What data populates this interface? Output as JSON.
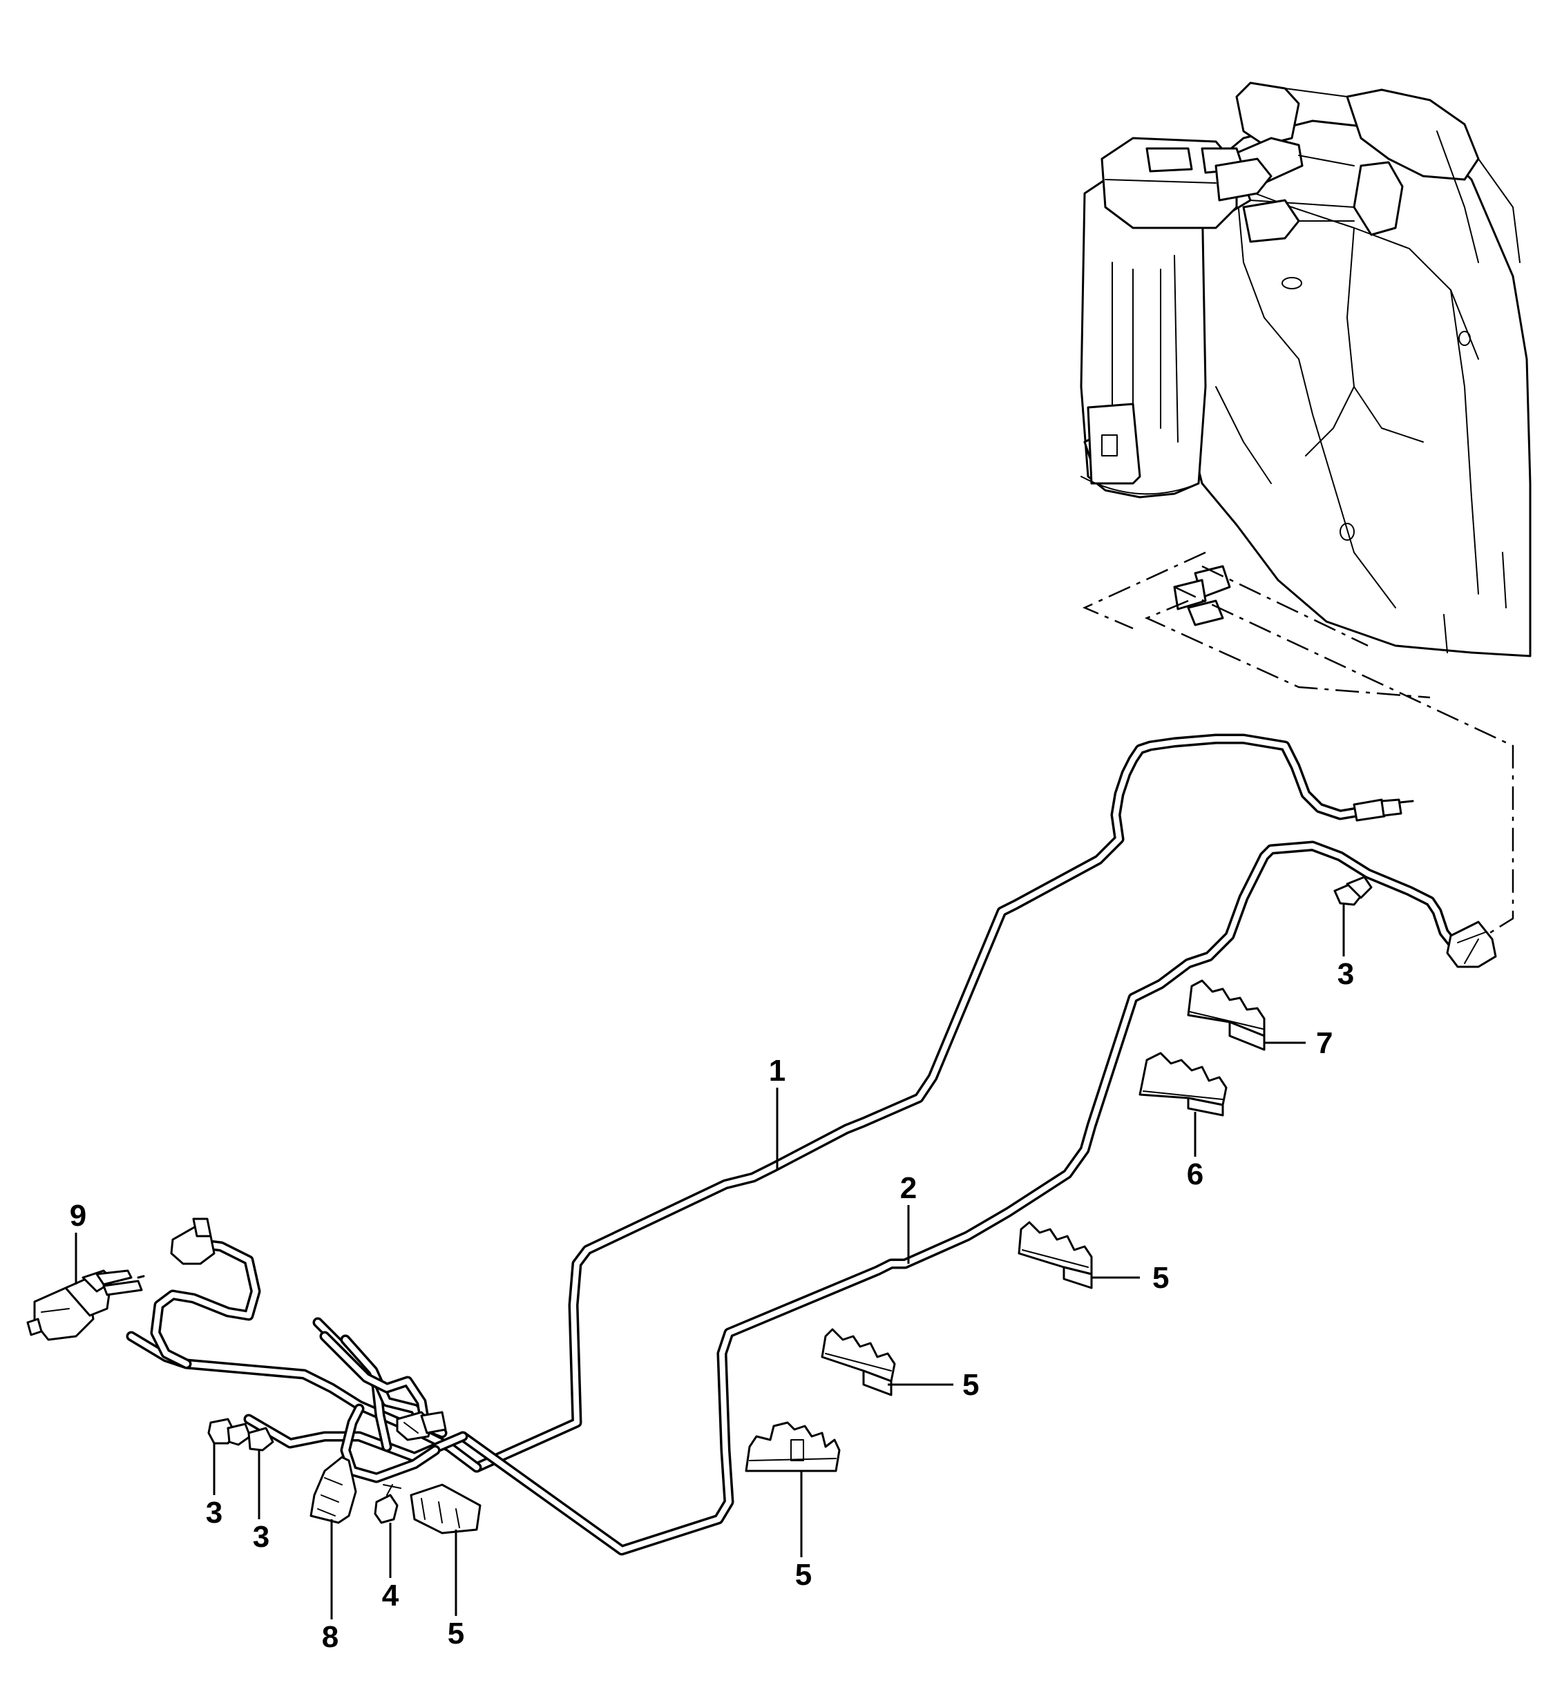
{
  "callouts": {
    "c1": "1",
    "c2": "2",
    "c3a": "3",
    "c3b": "3",
    "c3c": "3",
    "c4": "4",
    "c5a": "5",
    "c5b": "5",
    "c5c": "5",
    "c5d": "5",
    "c6": "6",
    "c7": "7",
    "c8": "8",
    "c9": "9"
  }
}
